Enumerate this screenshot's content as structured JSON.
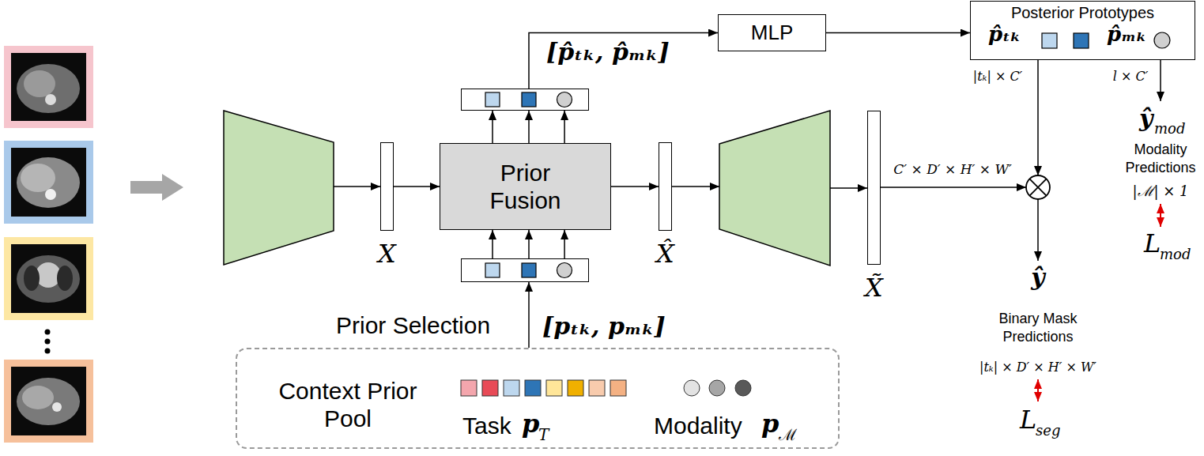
{
  "diagram": {
    "nodes": [
      {
        "text": [
          "X"
        ]
      },
      {
        "text": [
          "[p̂ₜₖ, p̂ₘₖ]"
        ]
      },
      {
        "text": [
          "Prior Fusion"
        ]
      },
      {
        "text": [
          "[pₜₖ, pₘₖ]"
        ]
      },
      {
        "text": [
          "X̂"
        ]
      },
      {
        "text": [
          "X̃"
        ]
      },
      {
        "text": [
          "MLP"
        ]
      },
      {
        "text": [
          "Posterior Prototypes",
          "p̂ₜₖ",
          "p̂ₘₖ"
        ]
      },
      {
        "text": [
          "Context Prior Pool",
          "Task",
          "p",
          "T",
          "Modality",
          "p",
          "ℳ"
        ]
      }
    ],
    "edges": [
      {
        "from": 0,
        "to": 2,
        "arrow": "to"
      },
      {
        "from": 2,
        "to": 1,
        "arrow": "to"
      },
      {
        "from": 1,
        "to": 6,
        "arrow": "to"
      },
      {
        "from": 6,
        "to": 7,
        "arrow": "to"
      },
      {
        "from": 3,
        "to": 2,
        "arrow": "to"
      },
      {
        "from": 8,
        "to": 3,
        "arrow": "to"
      },
      {
        "from": 2,
        "to": 4,
        "arrow": "to"
      }
    ],
    "labels": [
      "C′ × D′ × H′ × W′",
      "|tₖ| × C′",
      "l × C′",
      "ŷ",
      "mod",
      "Modality Predictions",
      "|ℳ| × 1",
      "L",
      "mod",
      "ŷ",
      "Binary Mask Predictions",
      "|tₖ| × D′ × H′ × W′",
      "L",
      "seg",
      "Prior Selection"
    ]
  }
}
